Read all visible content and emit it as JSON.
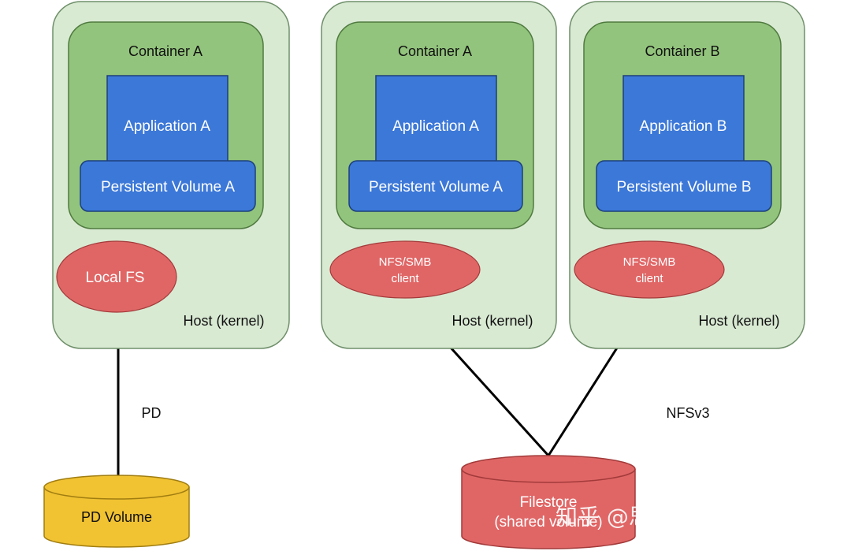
{
  "hosts": [
    {
      "container_label": "Container A",
      "application": "Application A",
      "volume": "Persistent Volume A",
      "client": [
        "Local FS"
      ],
      "host_label": "Host (kernel)"
    },
    {
      "container_label": "Container A",
      "application": "Application A",
      "volume": "Persistent Volume A",
      "client": [
        "NFS/SMB",
        "client"
      ],
      "host_label": "Host (kernel)"
    },
    {
      "container_label": "Container B",
      "application": "Application B",
      "volume": "Persistent Volume B",
      "client": [
        "NFS/SMB",
        "client"
      ],
      "host_label": "Host (kernel)"
    }
  ],
  "links": {
    "pd_label": "PD",
    "nfs_label": "NFSv3"
  },
  "storage": {
    "pd_volume": "PD Volume",
    "filestore": [
      "Filestore",
      "(shared volume)"
    ]
  },
  "watermark": "知乎 @思想科技 Master ...",
  "colors": {
    "host_fill": "#d9ead3",
    "container_fill": "#93c47d",
    "app_fill": "#3c78d8",
    "client_fill": "#e06666",
    "pd_volume_fill": "#f1c232",
    "filestore_fill": "#e06666"
  }
}
